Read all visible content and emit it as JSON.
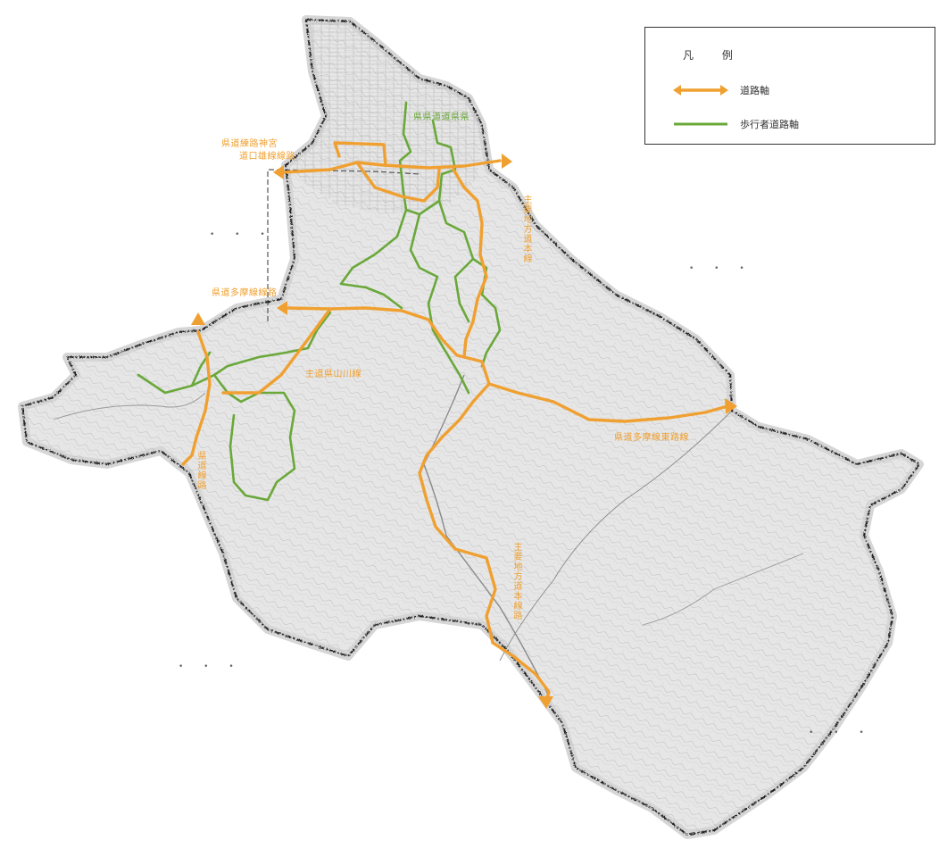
{
  "legend": {
    "title": "凡 例",
    "items": [
      {
        "label": "道路軸",
        "color": "#f0a030",
        "kind": "double-arrow"
      },
      {
        "label": "歩行者道路軸",
        "color": "#6aa83a",
        "kind": "line"
      }
    ]
  },
  "road_labels": {
    "green_north": "県県道道県県",
    "north_upper": "県道練路神宮",
    "north_lower": "道口雄線線路",
    "east_vertical": "主要地方道本線",
    "center_west": "県道多摩線線路",
    "central": "主道県山川線",
    "east_route": "県道多摩線東路線",
    "west_vertical": "県道線路",
    "south_vertical": "主要地方道本線路"
  },
  "colors": {
    "road_axis": "#f0a030",
    "pedestrian_axis": "#6aa83a",
    "boundary": "#222222",
    "terrain": "#9a9a9a"
  }
}
